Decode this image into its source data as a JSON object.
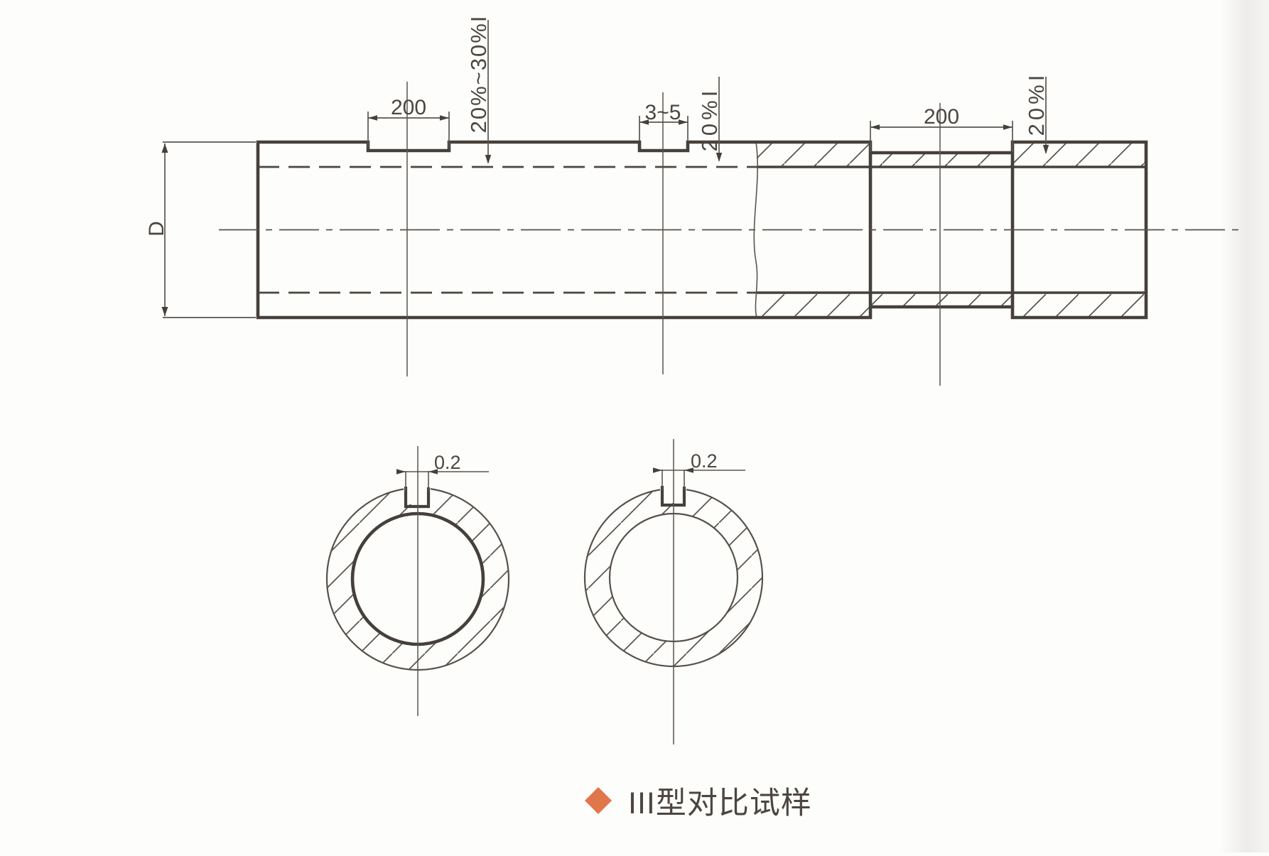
{
  "colors": {
    "line_thick": "#46403a",
    "line_thin": "#5b554d",
    "text": "#4c463f",
    "accent": "#e0774b",
    "background": "#fdfdfc"
  },
  "side_view": {
    "labels": {
      "diameter": "D",
      "flat_length": "200",
      "flat_note": "20%~30%I",
      "notch_width": "3~5",
      "notch_note": "20%I",
      "sleeve_length": "200",
      "sleeve_note": "20%I"
    }
  },
  "cross_sections": {
    "left_slot_width": "0.2",
    "right_slot_width": "0.2"
  },
  "caption": {
    "text": "III型对比试样"
  }
}
